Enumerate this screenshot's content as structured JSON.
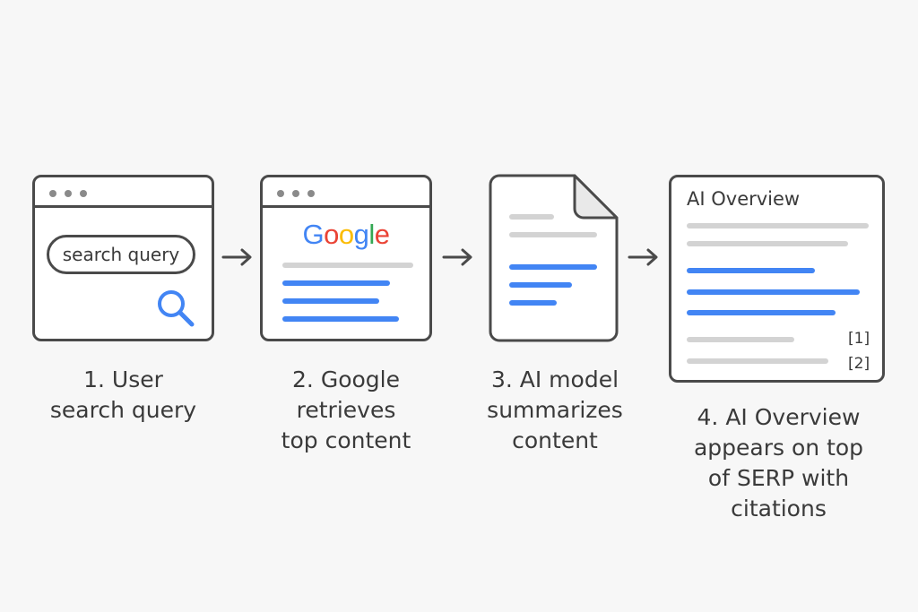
{
  "steps": [
    {
      "caption": "1. User\nsearch query",
      "search_text": "search query"
    },
    {
      "caption": "2. Google\nretrieves\ntop content",
      "logo": "Google"
    },
    {
      "caption": "3. AI model\nsummarizes\ncontent"
    },
    {
      "caption": "4. AI Overview\nappears on top\nof SERP with\ncitations",
      "panel_title": "AI Overview",
      "citations": [
        "[1]",
        "[2]"
      ]
    }
  ],
  "icons": [
    "search-icon",
    "arrow-right-icon",
    "document-icon"
  ],
  "colors": {
    "accent_blue": "#4285f4",
    "outline": "#4a4a4a",
    "placeholder_gray": "#d3d3d3",
    "background": "#f7f7f7",
    "google_blue": "#4285f4",
    "google_red": "#ea4335",
    "google_yellow": "#fbbc05",
    "google_green": "#34a853"
  }
}
